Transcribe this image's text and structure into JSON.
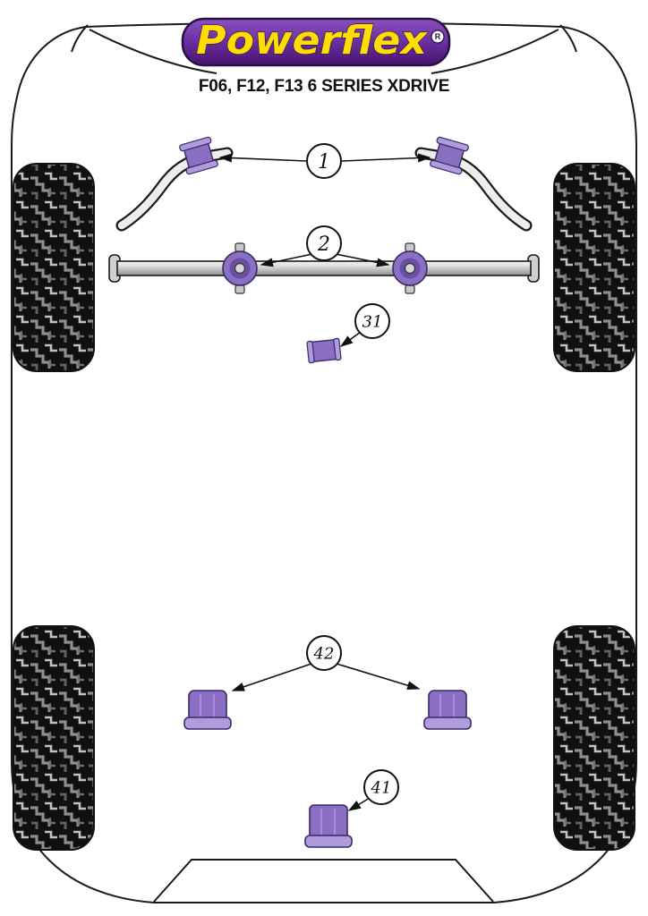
{
  "header": {
    "brand": "Powerflex",
    "registered_mark": "R",
    "subtitle": "F06, F12, F13 6 SERIES XDRIVE"
  },
  "callouts": [
    {
      "number": "1"
    },
    {
      "number": "2"
    },
    {
      "number": "31"
    },
    {
      "number": "42"
    },
    {
      "number": "41"
    }
  ],
  "colors": {
    "logo_purple": "#5c2d91",
    "logo_yellow": "#ffdd00",
    "bushing": "#8a6fc2",
    "bushing_flange": "#b09bdc",
    "bushing_dark": "#6a4fa6",
    "metal_gray": "#ededed",
    "outline_black": "#1a1a1a"
  }
}
